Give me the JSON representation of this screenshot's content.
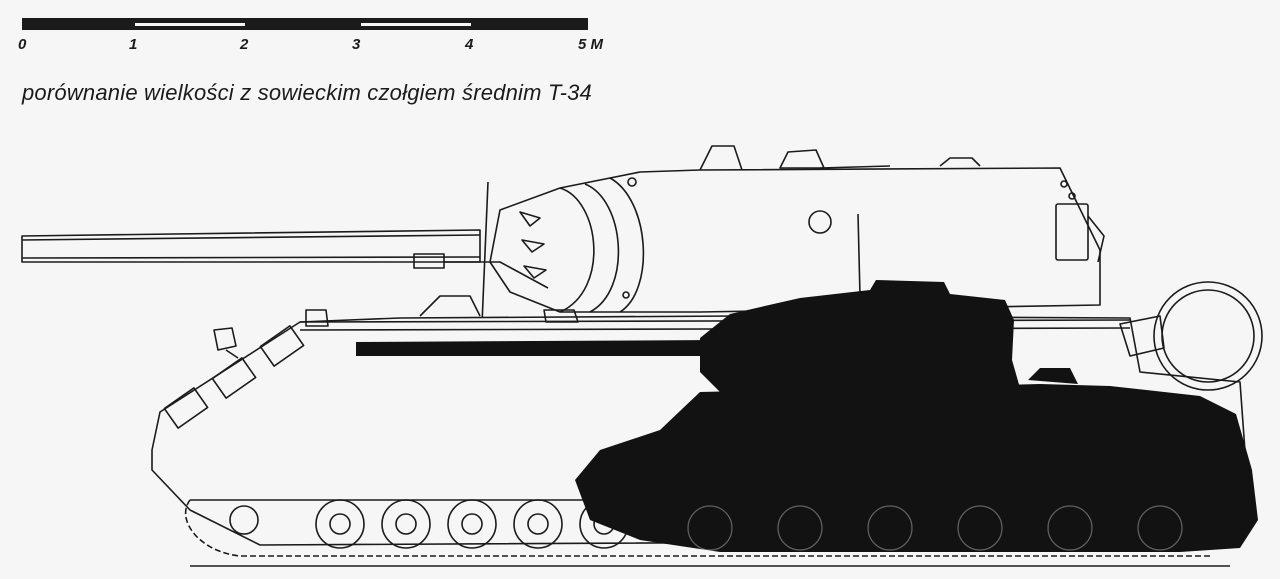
{
  "scale": {
    "ticks": [
      "0",
      "1",
      "2",
      "3",
      "4"
    ],
    "end_label": "5 M"
  },
  "caption": "porównanie wielkości z sowieckim czołgiem średnim T-34",
  "colors": {
    "ink": "#1b1b1b",
    "paper": "#f6f6f6",
    "silhouette": "#121212"
  }
}
